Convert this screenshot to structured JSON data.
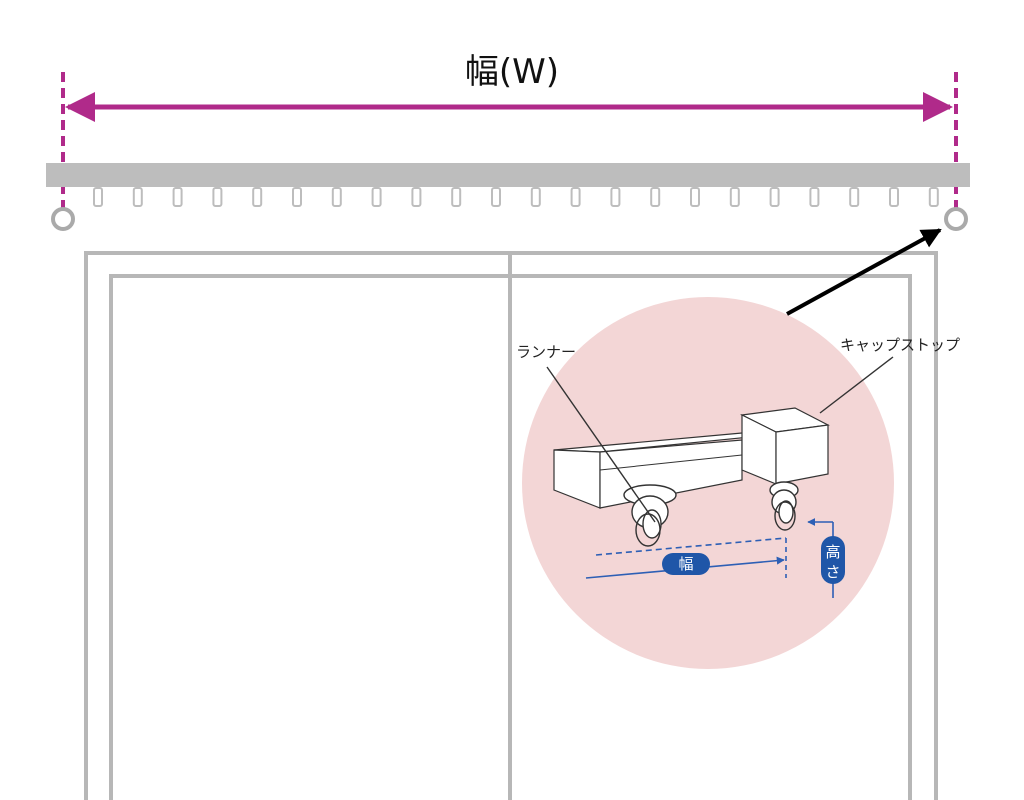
{
  "title": "幅(W)",
  "labels": {
    "runner": "ランナー",
    "cap_stop": "キャップストップ",
    "width_badge": "幅",
    "height_badge_line1": "高",
    "height_badge_line2": "さ"
  },
  "colors": {
    "dimension_line": "#b02a8a",
    "rail": "#b9b9b9",
    "frame": "#b7b7b7",
    "zoom_circle": "#f3d6d6",
    "badge": "#1f56a8",
    "arrow": "#000000"
  }
}
